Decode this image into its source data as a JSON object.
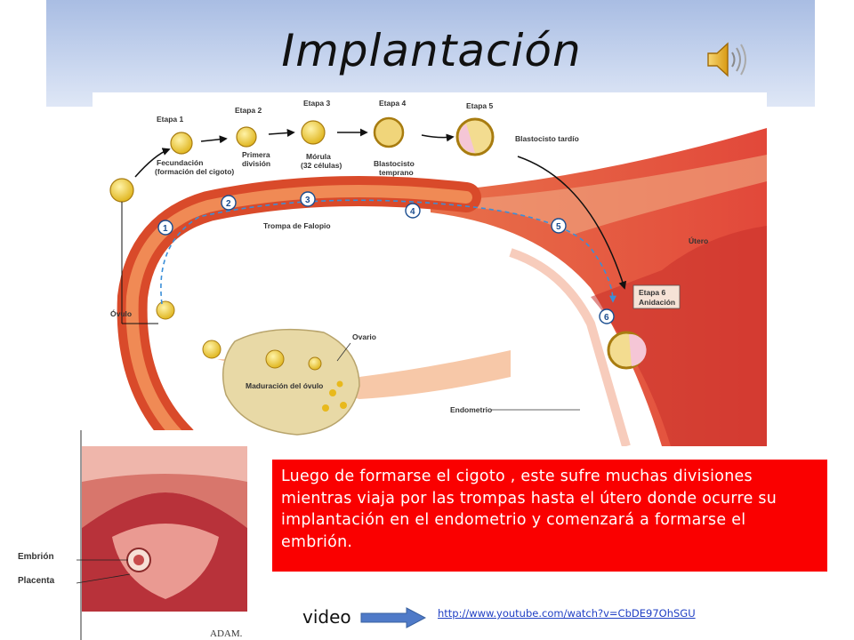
{
  "slide": {
    "title": "Implantación",
    "body_text": "Luego de formarse el cigoto , este sufre muchas divisiones mientras viaja por las trompas hasta el útero donde ocurre su implantación en el endometrio y comenzará a formarse el embrión.",
    "video_label": "video",
    "link_text": "http://www.youtube.com/watch?v=CbDE97OhSGU",
    "colors": {
      "text_box_bg": "#fa0000",
      "title_band": "#b9caea",
      "link": "#1f3fc4"
    }
  },
  "diagram": {
    "etapa1": "Etapa 1",
    "etapa2": "Etapa 2",
    "etapa3": "Etapa 3",
    "etapa4": "Etapa 4",
    "etapa5": "Etapa 5",
    "etapa6": "Etapa 6",
    "fecundacion": "Fecundación",
    "fecundacion2": "(formación del cigoto)",
    "primera": "Primera",
    "division": "división",
    "morula": "Mórula",
    "morula2": "(32 células)",
    "blastocisto": "Blastocisto",
    "temprano": "temprano",
    "blast_tardio": "Blastocisto tardío",
    "trompa": "Trompa de Falopio",
    "utero": "Útero",
    "anidacion": "Anidación",
    "ovulo": "Óvulo",
    "ovario": "Ovario",
    "maduracion": "Maduración del óvulo",
    "endometrio": "Endometrio",
    "n1": "1",
    "n2": "2",
    "n3": "3",
    "n4": "4",
    "n5": "5",
    "n6": "6"
  },
  "inset": {
    "embrion": "Embrión",
    "placenta": "Placenta",
    "logo": "ADAM."
  },
  "icons": {
    "speaker": "speaker-icon",
    "arrow": "right-arrow-icon"
  }
}
